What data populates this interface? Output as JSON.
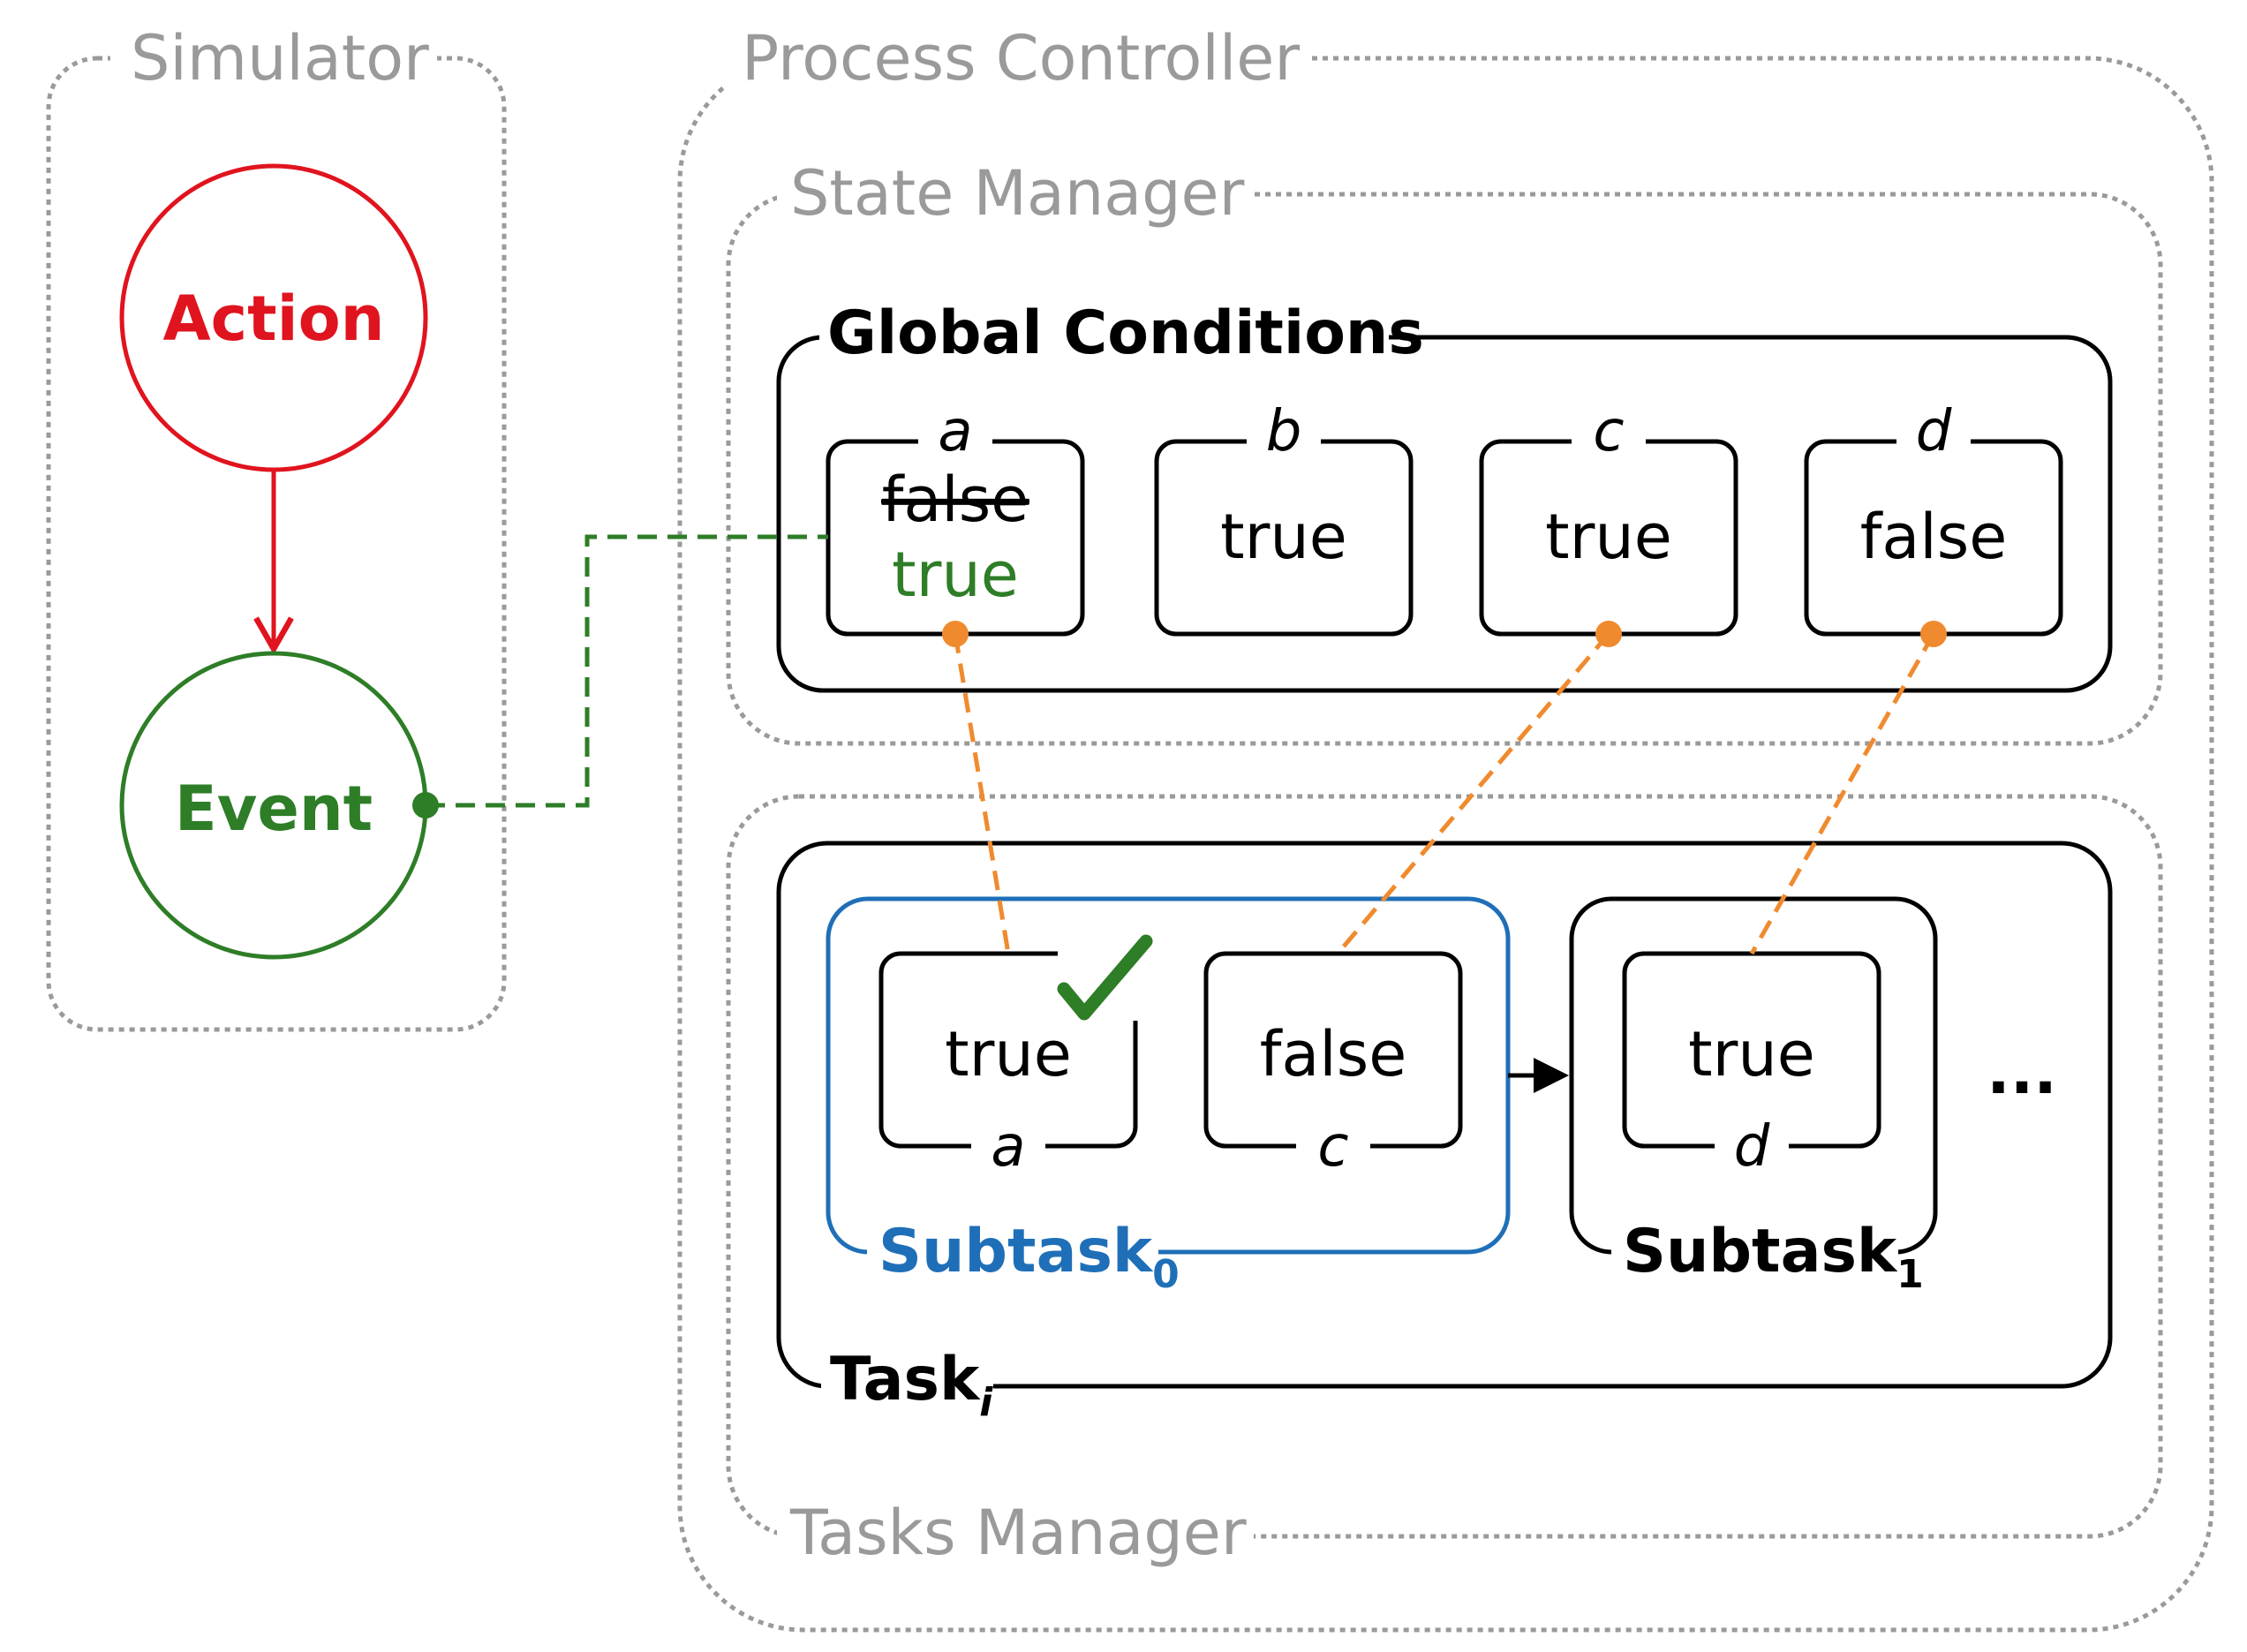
{
  "groups": {
    "simulator": "Simulator",
    "process_controller": "Process Controller",
    "state_manager": "State Manager",
    "tasks_manager": "Tasks Manager"
  },
  "nodes": {
    "action": "Action",
    "event": "Event"
  },
  "global_conditions": {
    "title": "Global Conditions",
    "conditions": [
      {
        "name": "a",
        "old_value": "false",
        "value": "true"
      },
      {
        "name": "b",
        "value": "true"
      },
      {
        "name": "c",
        "value": "true"
      },
      {
        "name": "d",
        "value": "false"
      }
    ]
  },
  "task": {
    "label": "Task",
    "subscript": "i",
    "more": "...",
    "subtasks": [
      {
        "label": "Subtask",
        "subscript": "0",
        "conditions": [
          {
            "value": "true",
            "name": "a",
            "satisfied": true
          },
          {
            "value": "false",
            "name": "c"
          }
        ]
      },
      {
        "label": "Subtask",
        "subscript": "1",
        "conditions": [
          {
            "value": "true",
            "name": "d"
          }
        ]
      }
    ]
  },
  "colors": {
    "action": "#e0141e",
    "event": "#2e7d27",
    "subtask_active": "#1f6fb8",
    "link": "#f08a2e",
    "group_border": "#9a9a9a"
  }
}
